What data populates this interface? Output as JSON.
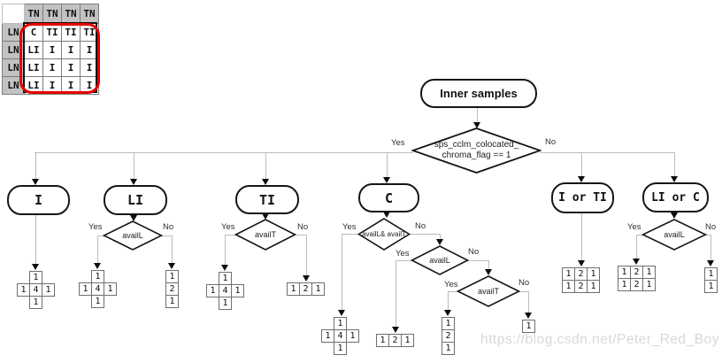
{
  "corner_table": {
    "col_headers": [
      "TN",
      "TN",
      "TN",
      "TN"
    ],
    "row_headers": [
      "LN",
      "LN",
      "LN",
      "LN"
    ],
    "rows": [
      [
        "C",
        "TI",
        "TI",
        "TI"
      ],
      [
        "LI",
        "I",
        "I",
        "I"
      ],
      [
        "LI",
        "I",
        "I",
        "I"
      ],
      [
        "LI",
        "I",
        "I",
        "I"
      ]
    ],
    "header_bg": "#c2c2c2",
    "highlight_color": "#e60000"
  },
  "flow": {
    "start_label": "Inner samples",
    "root": {
      "line1": "sps_cclm_colocated_",
      "line2": "chroma_flag == 1",
      "yes": "Yes",
      "no": "No"
    },
    "i": {
      "label": "I"
    },
    "li": {
      "label": "LI",
      "decision": "availL",
      "yes": "Yes",
      "no": "No"
    },
    "ti": {
      "label": "TI",
      "decision": "availT",
      "yes": "Yes",
      "no": "No"
    },
    "c": {
      "label": "C",
      "d1": "availL& availT",
      "d1_yes": "Yes",
      "d1_no": "No",
      "d2": "availL",
      "d2_yes": "Yes",
      "d2_no": "No",
      "d3": "availT",
      "d3_yes": "Yes",
      "d3_no": "No"
    },
    "iorti": {
      "label": "I or TI"
    },
    "liorc": {
      "label": "LI or C",
      "decision": "availL",
      "yes": "Yes",
      "no": "No"
    },
    "filters": {
      "cross_i": [
        "1",
        "1",
        "4",
        "1",
        "1"
      ],
      "cross_li": [
        "1",
        "1",
        "4",
        "1",
        "1"
      ],
      "col_li_no": [
        "1",
        "2",
        "1"
      ],
      "cross_ti": [
        "1",
        "1",
        "4",
        "1",
        "1"
      ],
      "row_ti_no": [
        "1",
        "2",
        "1"
      ],
      "cross_c": [
        "1",
        "1",
        "4",
        "1",
        "1"
      ],
      "row_c": [
        "1",
        "2",
        "1"
      ],
      "col_c": [
        "1",
        "2",
        "1"
      ],
      "single_c": [
        "1"
      ],
      "grid_i_or_ti": [
        [
          "1",
          "2",
          "1"
        ],
        [
          "1",
          "2",
          "1"
        ]
      ],
      "grid_li_or_c": [
        [
          "1",
          "2",
          "1"
        ],
        [
          "1",
          "2",
          "1"
        ]
      ],
      "col_li_or_c_no": [
        "1",
        "1"
      ]
    }
  },
  "watermark": "https://blog.csdn.net/Peter_Red_Boy"
}
